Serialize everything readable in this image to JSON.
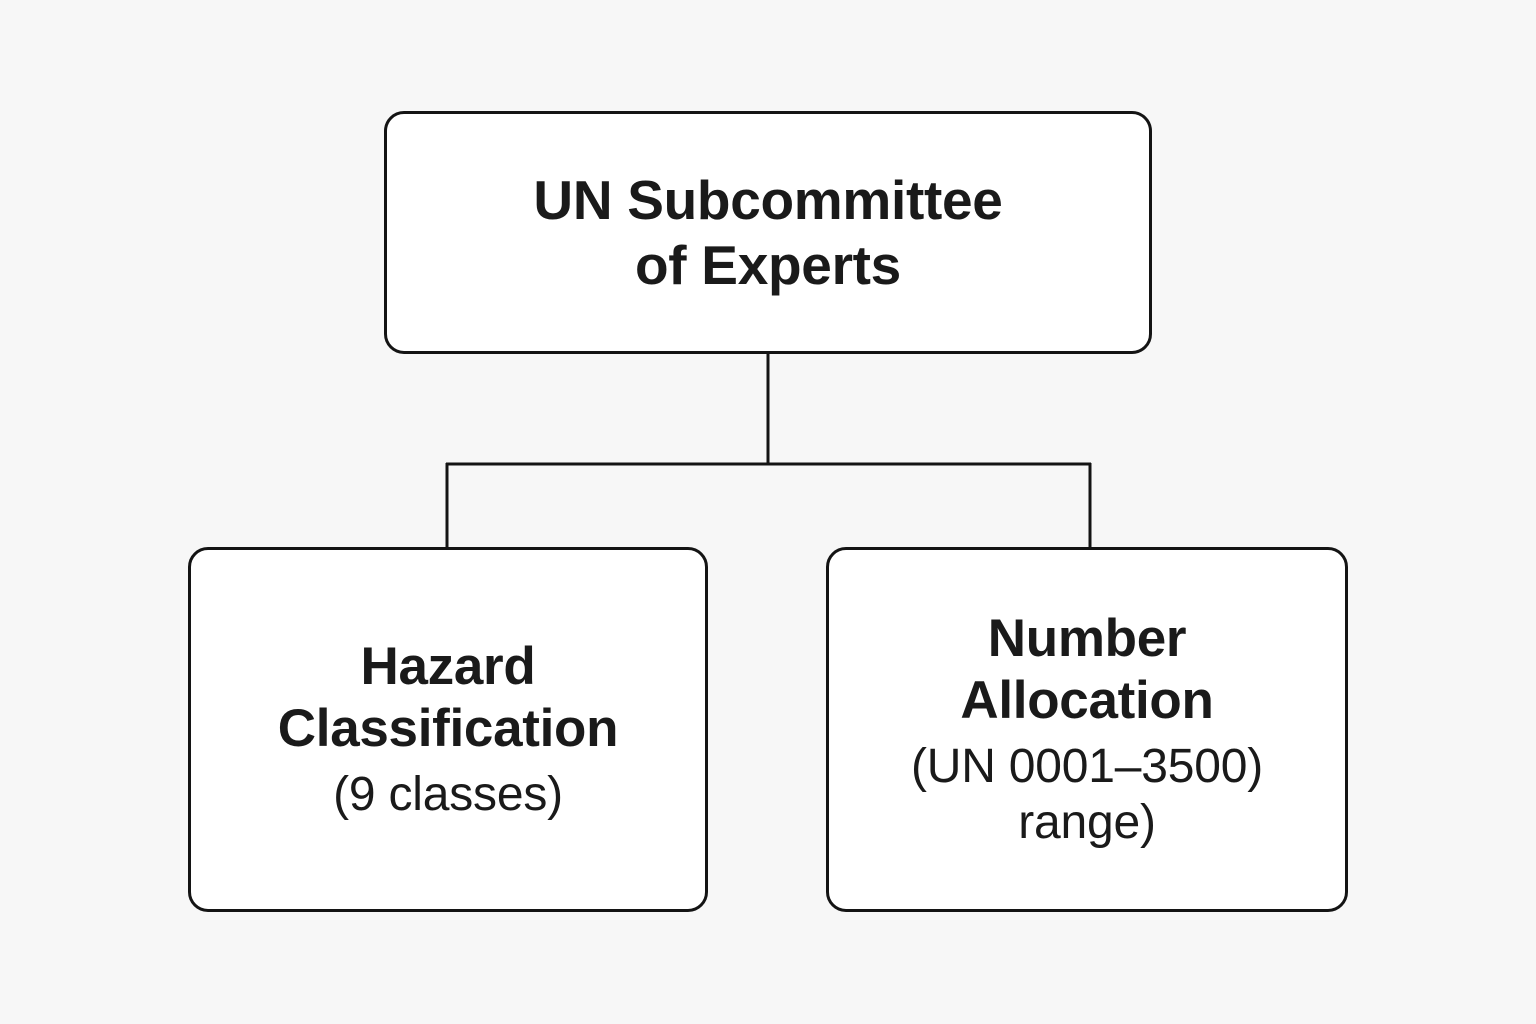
{
  "diagram": {
    "type": "hierarchy-tree",
    "background_color": "#f7f7f7",
    "box_fill_color": "#ffffff",
    "border_color": "#141414",
    "text_color": "#1a1a1a",
    "root": {
      "title_line_1": "UN Subcommittee",
      "title_line_2": "of Experts"
    },
    "children": [
      {
        "id": "hazard-classification",
        "title_line_1": "Hazard",
        "title_line_2": "Classification",
        "subtitle_line_1": "(9 classes)",
        "subtitle_line_2": ""
      },
      {
        "id": "number-allocation",
        "title_line_1": "Number",
        "title_line_2": "Allocation",
        "subtitle_line_1": "(UN 0001–3500)",
        "subtitle_line_2": "range)"
      }
    ]
  }
}
